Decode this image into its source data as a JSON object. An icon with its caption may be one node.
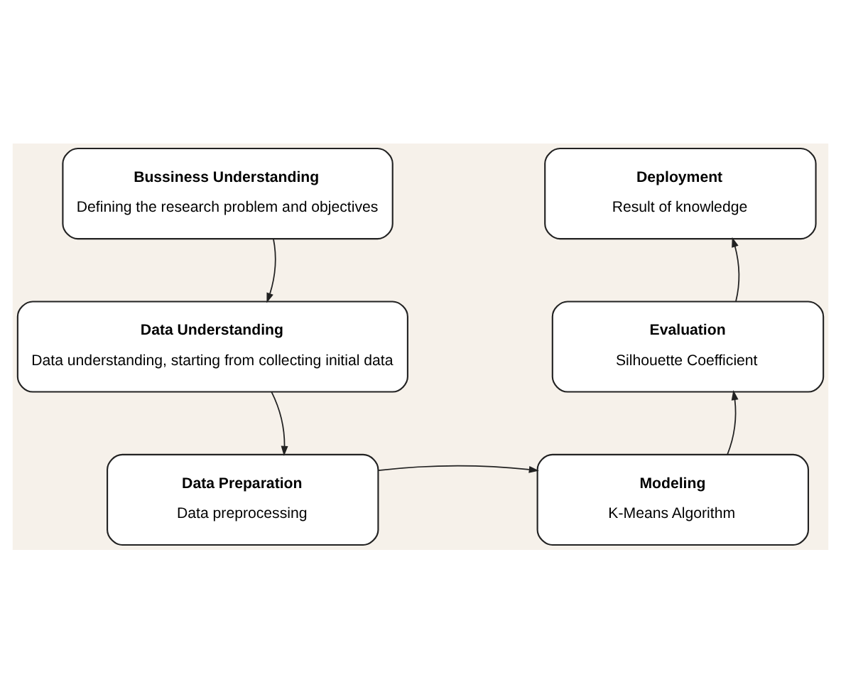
{
  "diagram": {
    "nodes": [
      {
        "text": [
          "Bussiness Understanding",
          "Defining the research problem and objectives"
        ]
      },
      {
        "text": [
          "Data Understanding",
          "Data understanding, starting from collecting initial data"
        ]
      },
      {
        "text": [
          "Data Preparation",
          "Data preprocessing"
        ]
      },
      {
        "text": [
          "Modeling",
          "K-Means Algorithm"
        ]
      },
      {
        "text": [
          "Evaluation",
          "Silhouette Coefficient"
        ]
      },
      {
        "text": [
          "Deployment",
          "Result of knowledge"
        ]
      }
    ],
    "edges": [
      {
        "from": 0,
        "to": 1,
        "arrow": "to"
      },
      {
        "from": 1,
        "to": 2,
        "arrow": "to"
      },
      {
        "from": 2,
        "to": 3,
        "arrow": "to"
      },
      {
        "from": 3,
        "to": 4,
        "arrow": "to"
      },
      {
        "from": 4,
        "to": 5,
        "arrow": "to"
      }
    ]
  }
}
